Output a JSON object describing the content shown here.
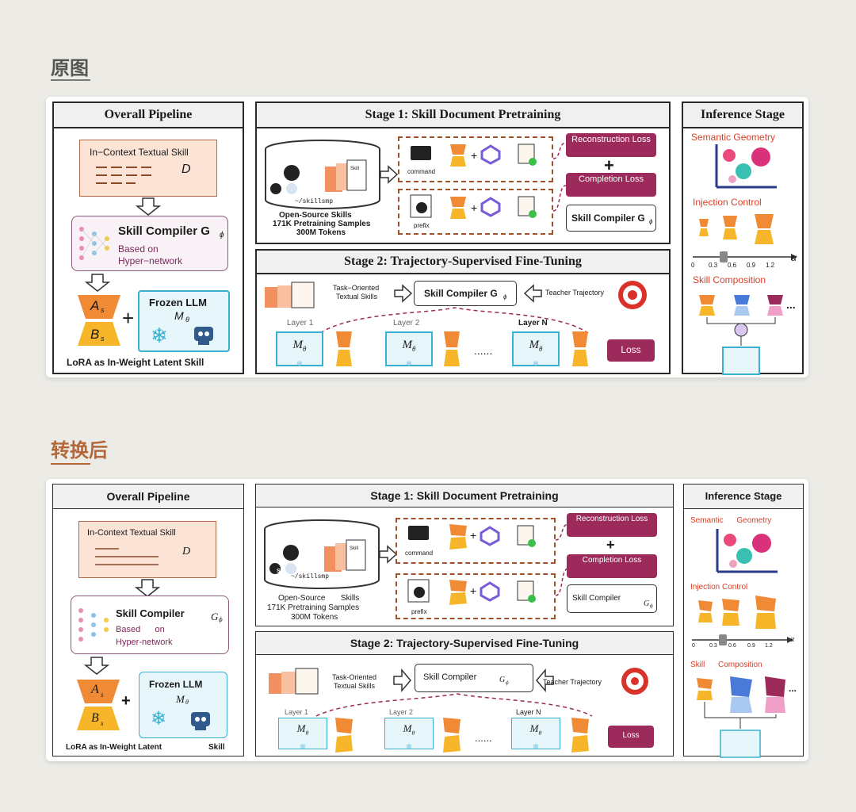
{
  "labels": {
    "original": "原图",
    "converted": "转换后"
  },
  "colors": {
    "accent_original": "#555555",
    "accent_converted": "#b4683a",
    "loss": "#9c2a5a",
    "lora_orange": "#f08a34",
    "lora_yellow": "#f7b52a",
    "frozen_blue": "#39b0d0"
  },
  "original": {
    "overall": {
      "title": "Overall Pipeline",
      "doc_title": "In−Context Textual Skill",
      "doc_symbol": "D",
      "compiler_title": "Skill Compiler G",
      "compiler_sub": "ϕ",
      "compiler_desc1": "Based on",
      "compiler_desc2": "Hyper−network",
      "a_label": "A",
      "b_label": "B",
      "lora_sub": "s",
      "llm_title": "Frozen LLM",
      "llm_symbol": "M",
      "llm_sub": "θ",
      "caption": "LoRA as In-Weight Latent Skill"
    },
    "stage1": {
      "title": "Stage 1: Skill Document Pretraining",
      "db_path": "~/skillsmp",
      "skill_tag": "Skill",
      "command": "command",
      "prefix": "prefix",
      "line1": "Open-Source Skills",
      "line2": "171K Pretraining Samples",
      "line3": "300M Tokens",
      "recon": "Reconstruction Loss",
      "completion": "Completion Loss",
      "compiler": "Skill Compiler G",
      "compiler_sub": "ϕ"
    },
    "stage2": {
      "title": "Stage 2: Trajectory-Supervised Fine-Tuning",
      "task1": "Task−Oriented",
      "task2": "Textual Skills",
      "compiler": "Skill Compiler G",
      "compiler_sub": "ϕ",
      "teacher": "Teacher Trajectory",
      "layer1": "Layer 1",
      "layer2": "Layer 2",
      "layern": "Layer N",
      "dots": "......",
      "loss": "Loss"
    },
    "inference": {
      "title": "Inference Stage",
      "sem": "Semantic Geometry",
      "inj": "Injection Control",
      "comp": "Skill Composition",
      "ticks": [
        "0",
        "0.3",
        "0.6",
        "0.9",
        "1.2"
      ],
      "alpha": "α",
      "dots": "..."
    }
  },
  "converted": {
    "overall": {
      "title": "Overall Pipeline",
      "doc_title": "In-Context Textual Skill",
      "doc_symbol": "D",
      "compiler_title": "Skill Compiler",
      "compiler_sym": "G",
      "compiler_sub": "ϕ",
      "compiler_desc1": "Based      on",
      "compiler_desc2": "Hyper-network",
      "a_label": "A",
      "b_label": "B",
      "lora_sub": "s",
      "llm_title": "Frozen LLM",
      "llm_symbol": "M",
      "llm_sub": "θ",
      "caption1": "LoRA as In-Weight Latent",
      "caption2": "Skill"
    },
    "stage1": {
      "title": "Stage 1: Skill Document Pretraining",
      "db_path": "~/skillsmp",
      "skill_tag": "Skill",
      "command": "command",
      "prefix": "prefix",
      "line1": "Open-Source       Skills",
      "line2": "171K Pretraining Samples",
      "line3": "300M Tokens",
      "recon": "Reconstruction Loss",
      "completion": "Completion Loss",
      "compiler": "Skill Compiler",
      "compiler_sym": "G",
      "compiler_sub": "ϕ"
    },
    "stage2": {
      "title": "Stage 2: Trajectory-Supervised Fine-Tuning",
      "task1": "Task-Oriented",
      "task2": "Textual Skills",
      "compiler": "Skill Compiler",
      "compiler_sym": "G",
      "compiler_sub": "ϕ",
      "teacher": "Teacher Trajectory",
      "layer1": "Layer 1",
      "layer2": "Layer 2",
      "layern": "Layer N",
      "dots": "......",
      "loss": "Loss"
    },
    "inference": {
      "title": "Inference Stage",
      "sem": "Semantic      Geometry",
      "inj": "Injection Control",
      "comp": "Skill      Composition",
      "ticks": [
        "0",
        "0.3",
        "0.6",
        "0.9",
        "1.2"
      ],
      "alpha": "α",
      "dots": "..."
    }
  }
}
